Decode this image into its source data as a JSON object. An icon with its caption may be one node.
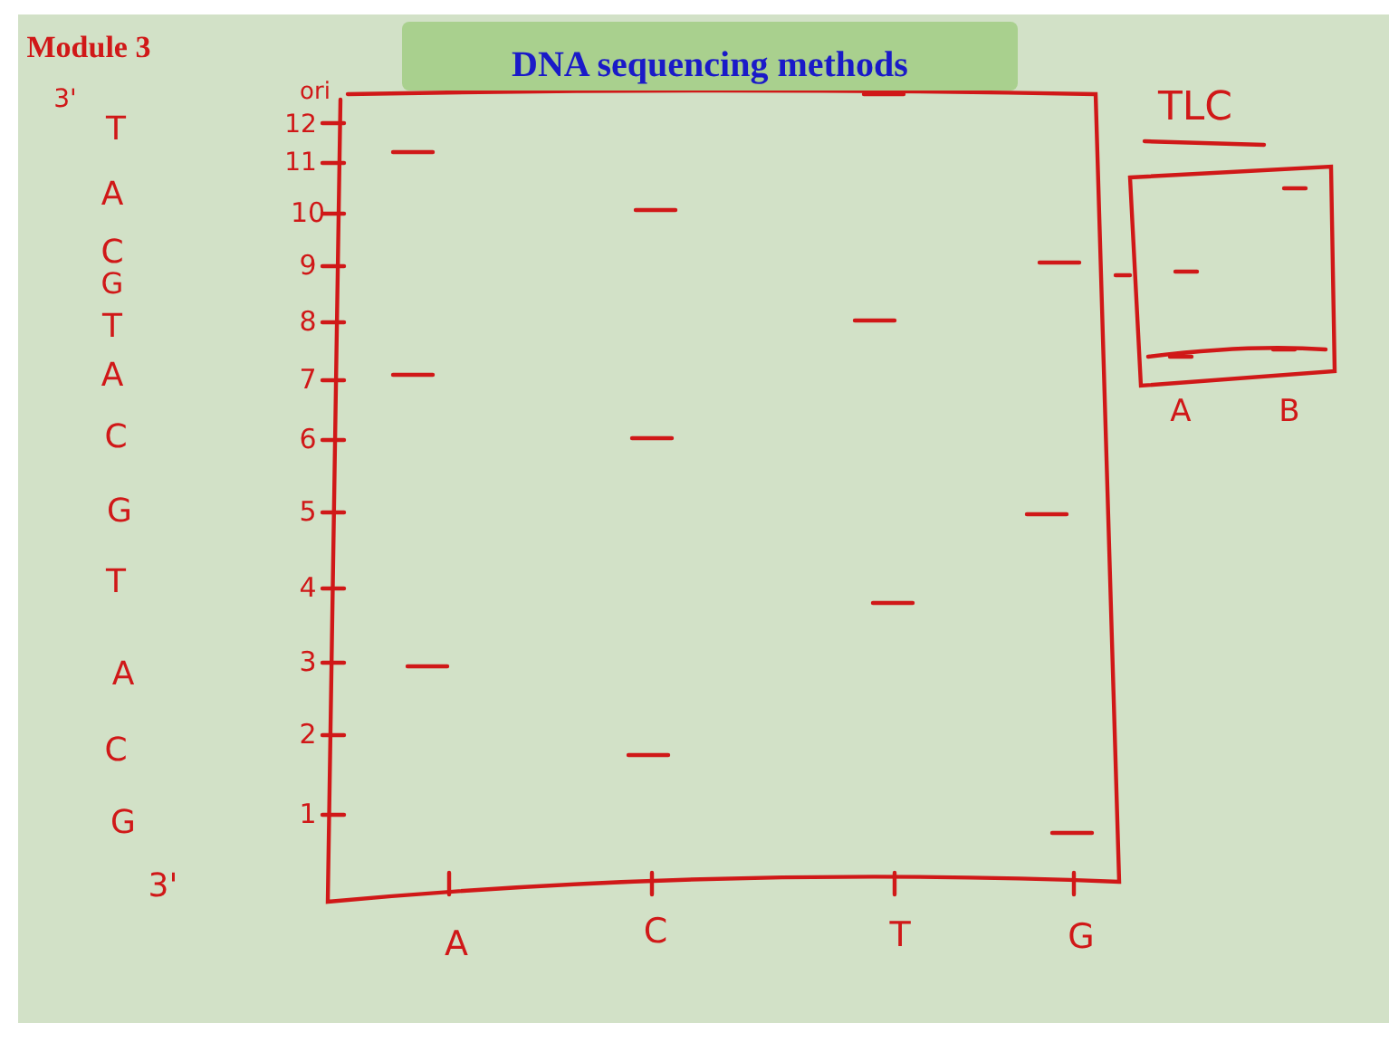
{
  "diagram": {
    "title": "DNA sequencing methods",
    "labels": [
      "Module 3",
      "3'",
      "T",
      "A",
      "C",
      "G",
      "T",
      "A",
      "C",
      "G",
      "T",
      "A",
      "C",
      "G",
      "3'",
      "ori",
      "12",
      "11",
      "10",
      "9",
      "8",
      "7",
      "6",
      "5",
      "4",
      "3",
      "2",
      "1",
      "A",
      "C",
      "T",
      "G",
      "TLC",
      "A",
      "B"
    ]
  }
}
